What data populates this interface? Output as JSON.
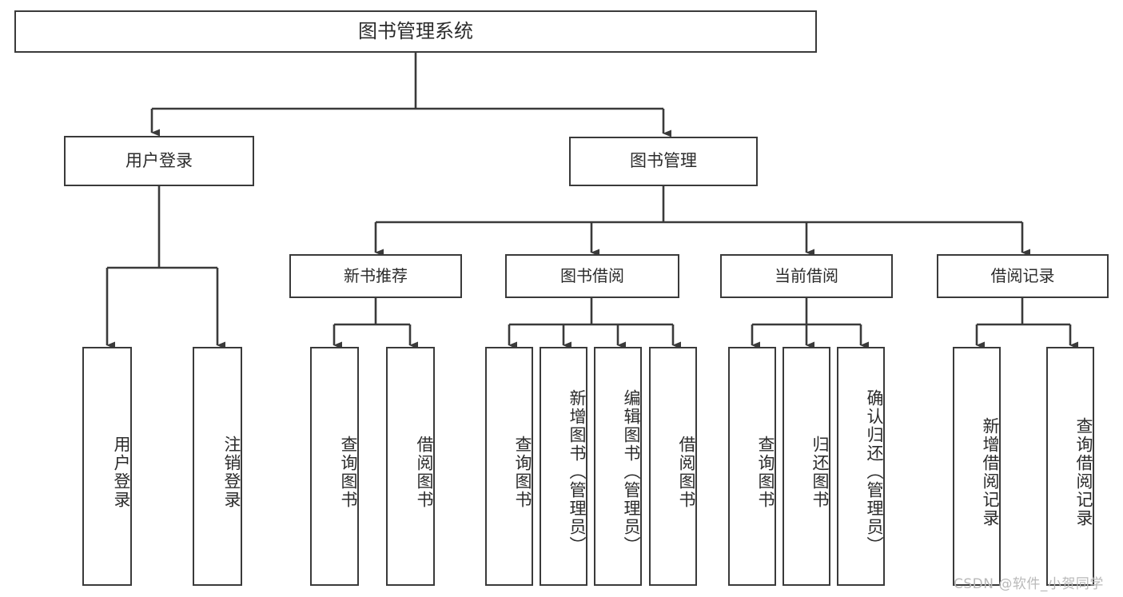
{
  "diagram": {
    "title": "图书管理系统",
    "type": "functional-structure-tree",
    "root": {
      "label": "图书管理系统"
    },
    "level1": [
      {
        "label": "用户登录"
      },
      {
        "label": "图书管理"
      }
    ],
    "level2": [
      {
        "label": "新书推荐"
      },
      {
        "label": "图书借阅"
      },
      {
        "label": "当前借阅"
      },
      {
        "label": "借阅记录"
      }
    ],
    "leaves": {
      "user_login": [
        {
          "label": "用户登录"
        },
        {
          "label": "注销登录"
        }
      ],
      "new_book_recommend": [
        {
          "label": "查询图书"
        },
        {
          "label": "借阅图书"
        }
      ],
      "book_borrow": [
        {
          "label": "查询图书"
        },
        {
          "label": "新增图书（管理员）"
        },
        {
          "label": "编辑图书（管理员）"
        },
        {
          "label": "借阅图书"
        }
      ],
      "current_borrow": [
        {
          "label": "查询图书"
        },
        {
          "label": "归还图书"
        },
        {
          "label": "确认归还（管理员）"
        }
      ],
      "borrow_record": [
        {
          "label": "新增借阅记录"
        },
        {
          "label": "查询借阅记录"
        }
      ]
    },
    "watermark": "CSDN @软件_小贺同学",
    "colors": {
      "stroke": "#3a3a3a",
      "fill": "#ffffff",
      "text": "#2b2b2b",
      "watermark": "#b9b9b9"
    }
  }
}
